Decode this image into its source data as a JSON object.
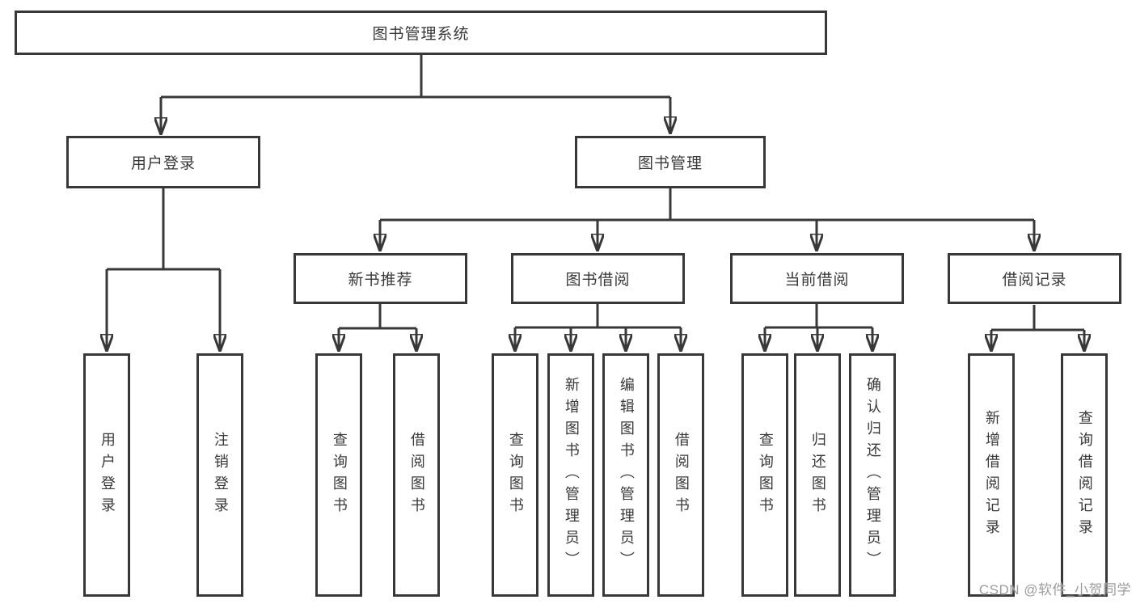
{
  "colors": {
    "line": "#383838",
    "box_border": "#383838",
    "text": "#383838",
    "background": "#ffffff",
    "watermark": "#9c9c9c"
  },
  "nodes": {
    "root": "图书管理系统",
    "level2": {
      "user_login": "用户登录",
      "book_mgmt": "图书管理"
    },
    "level3": {
      "new_book_rec": "新书推荐",
      "book_borrow": "图书借阅",
      "current_borrow": "当前借阅",
      "borrow_records": "借阅记录"
    },
    "leaves": {
      "user_login": [
        "用户登录",
        "注销登录"
      ],
      "new_book_rec": [
        "查询图书",
        "借阅图书"
      ],
      "book_borrow": [
        "查询图书",
        "新增图书（管理员）",
        "编辑图书（管理员）",
        "借阅图书"
      ],
      "current_borrow": [
        "查询图书",
        "归还图书",
        "确认归还（管理员）"
      ],
      "borrow_records": [
        "新增借阅记录",
        "查询借阅记录"
      ]
    }
  },
  "watermark": "CSDN @软件_小贺同学"
}
